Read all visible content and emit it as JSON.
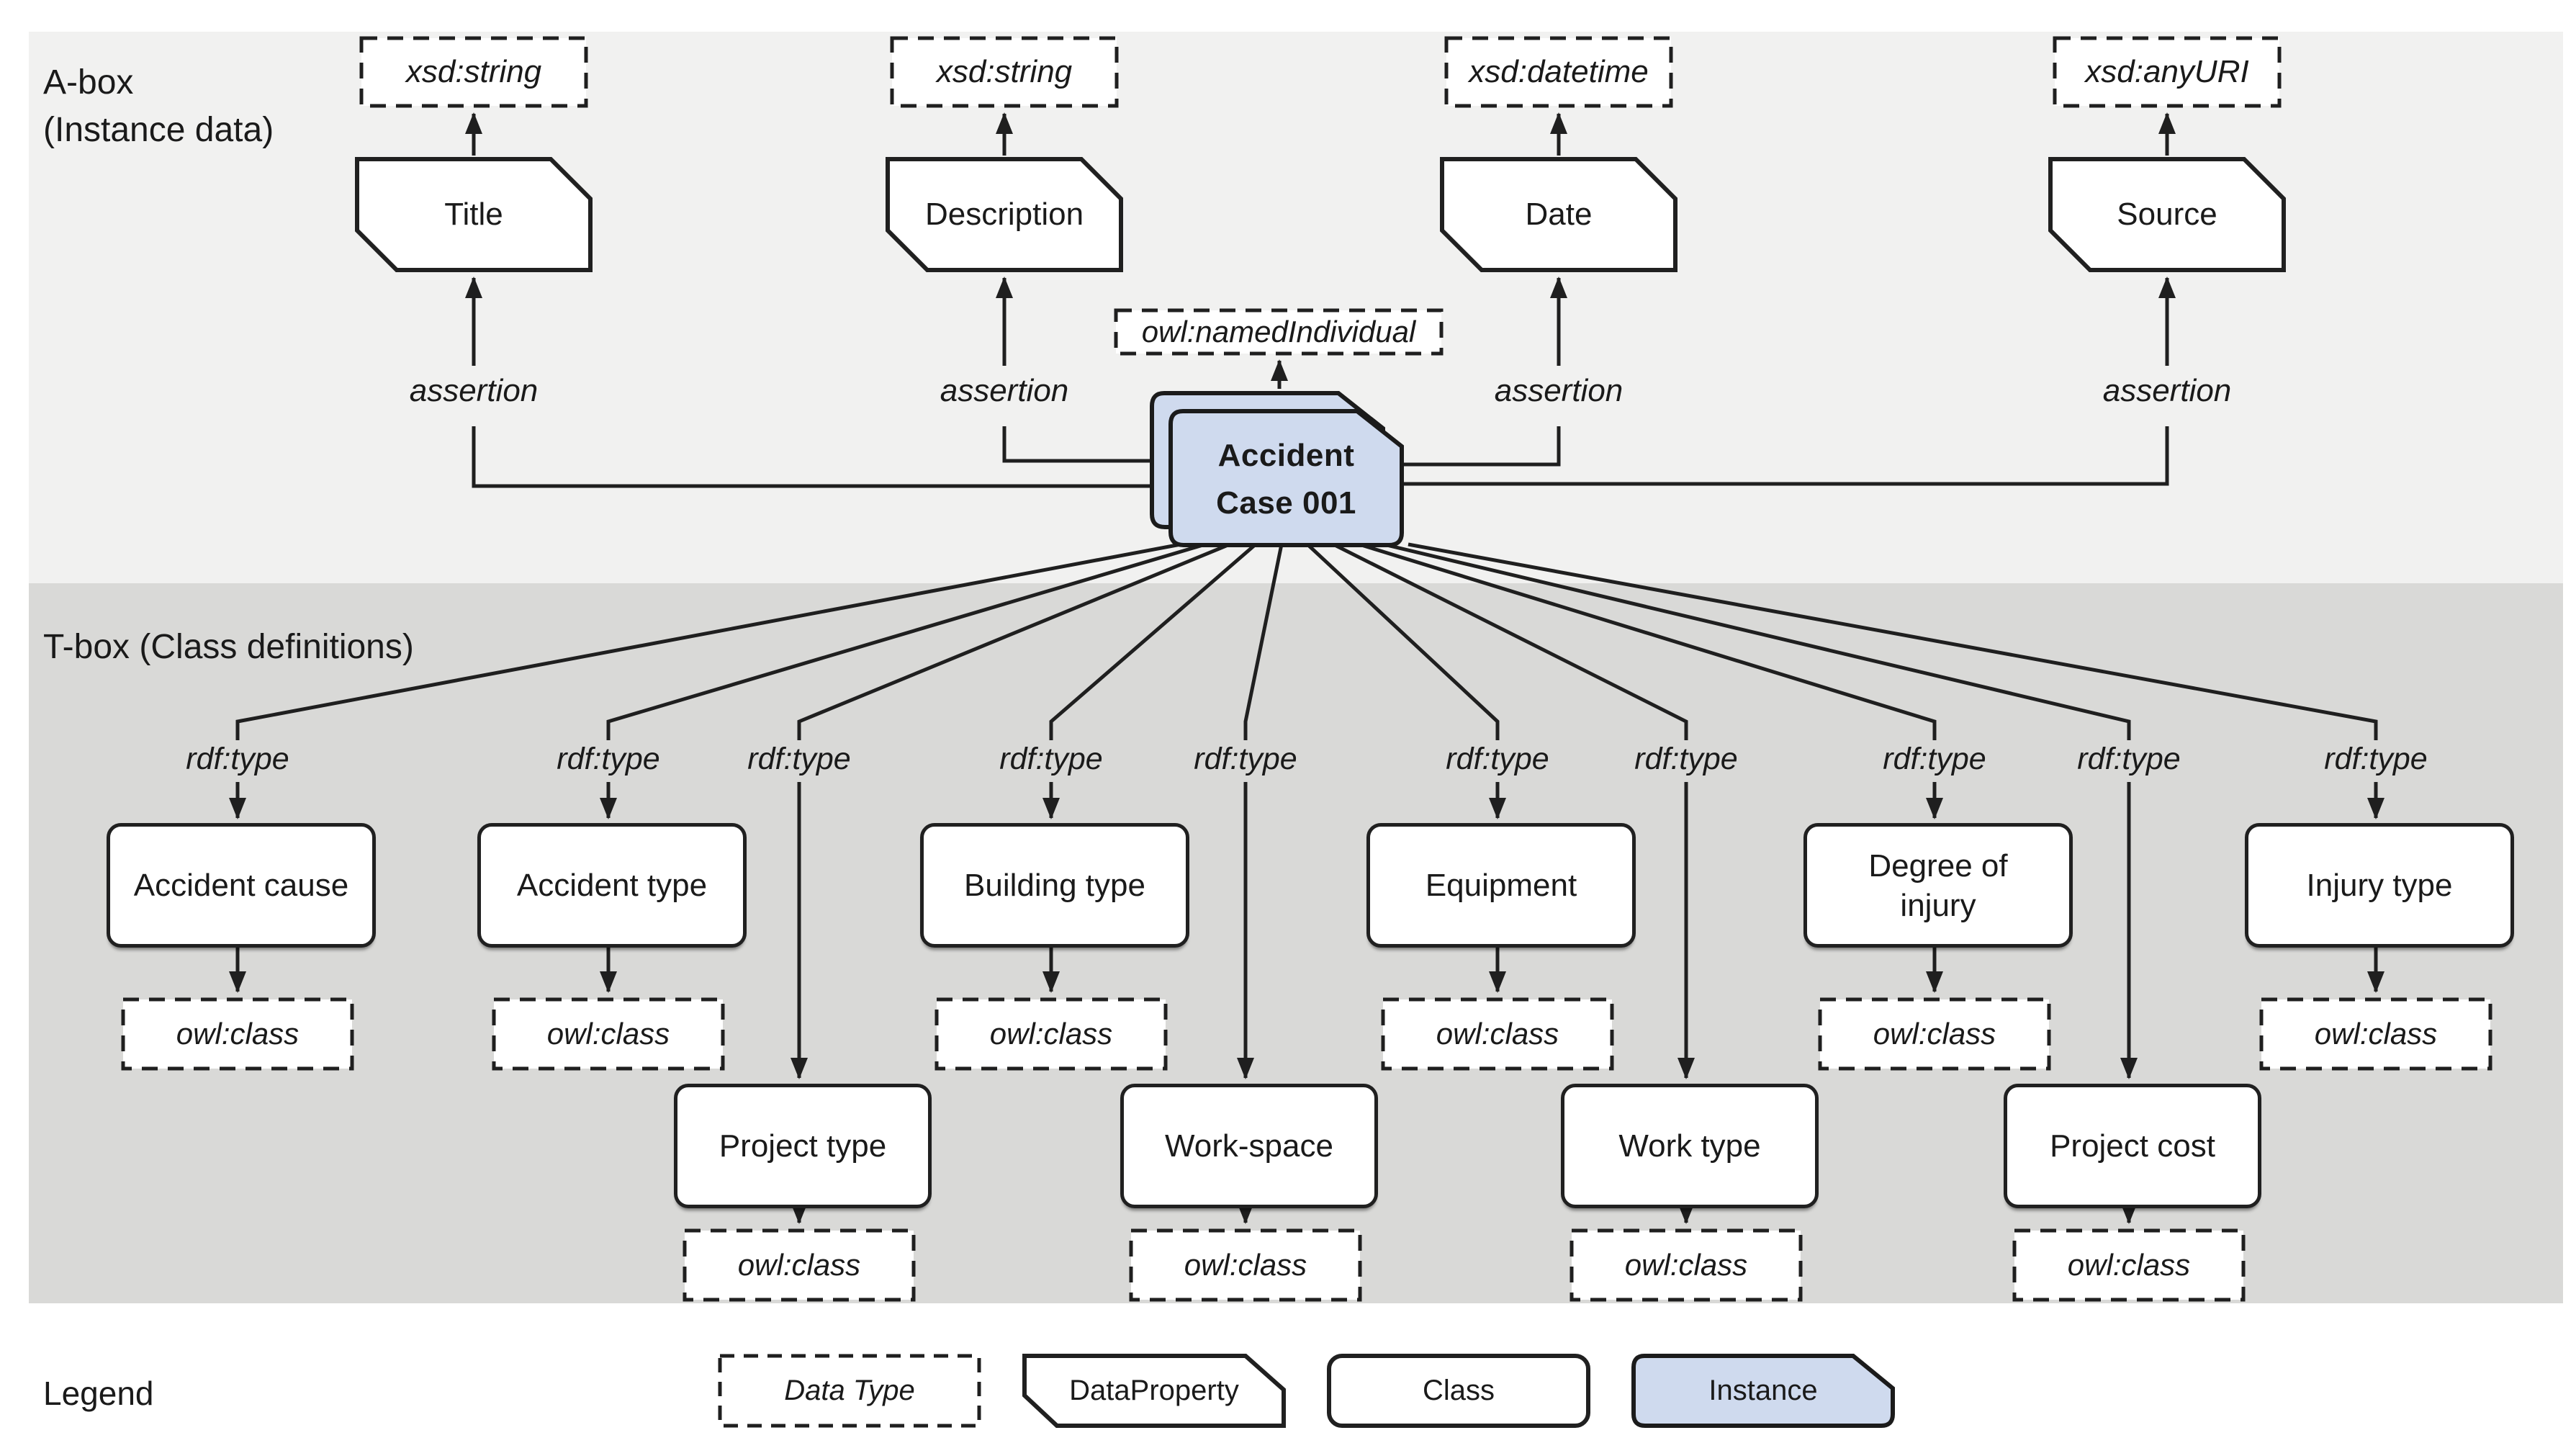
{
  "sections": {
    "abox_line1": "A-box",
    "abox_line2": "(Instance data)",
    "tbox": "T-box (Class definitions)",
    "legend": "Legend"
  },
  "abox": {
    "columns": [
      {
        "datatype": "xsd:string",
        "property": "Title",
        "assertion": "assertion"
      },
      {
        "datatype": "xsd:string",
        "property": "Description",
        "assertion": "assertion"
      },
      {
        "datatype": "xsd:datetime",
        "property": "Date",
        "assertion": "assertion"
      },
      {
        "datatype": "xsd:anyURI",
        "property": "Source",
        "assertion": "assertion"
      }
    ],
    "named_individual": "owl:namedIndividual",
    "instance": {
      "line1": "Accident",
      "line2": "Case 001"
    }
  },
  "tbox": {
    "rdf_type_label": "rdf:type",
    "owl_class_label": "owl:class",
    "classes_row1": [
      "Accident cause",
      "Accident type",
      "Building type",
      "Equipment",
      "Degree of injury",
      "Injury type"
    ],
    "classes_row2": [
      "Project type",
      "Work-space",
      "Work type",
      "Project cost"
    ]
  },
  "legend": {
    "items": [
      "Data Type",
      "DataProperty",
      "Class",
      "Instance"
    ]
  },
  "colors": {
    "instance_fill": "#cfdaee",
    "abox_bg": "#f1f1f0",
    "tbox_bg": "#d9d9d7",
    "line": "#1f1f1f"
  }
}
